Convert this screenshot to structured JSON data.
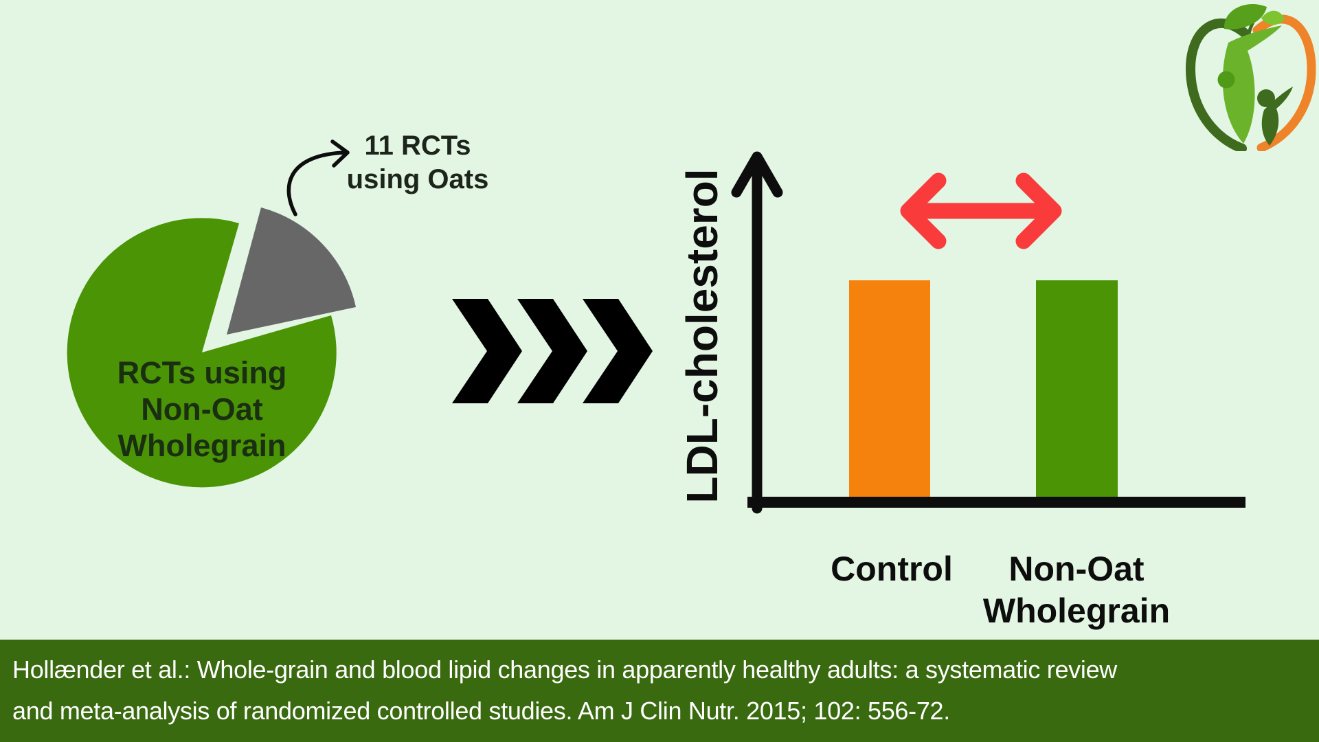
{
  "page": {
    "background_color": "#e2f6e3"
  },
  "logo": {
    "description": "apple-shaped nutrition logo with leaf and two stylized people",
    "colors": {
      "left_outline": "#3e6b1d",
      "right_outline": "#ee8329",
      "leaf_main": "#57a01b",
      "leaf_small": "#7ec431",
      "person_left_body": "#6cb32c",
      "person_left_head": "#4f9a16",
      "person_right": "#3e6b1d"
    }
  },
  "pie_chart": {
    "callout": {
      "line1": "11 RCTs",
      "line2": "using Oats"
    },
    "center_label_lines": [
      "RCTs using",
      "Non-Oat",
      "Wholegrain"
    ],
    "colors": {
      "main_slice": "#4a9406",
      "exploded_slice": "#676767"
    }
  },
  "transition": {
    "chevron_count": 3,
    "color": "#000000"
  },
  "bar_chart": {
    "y_axis_label": "LDL-cholesterol",
    "x_labels": {
      "control": "Control",
      "nonoat_line1": "Non-Oat",
      "nonoat_line2": "Wholegrain"
    },
    "bar_colors": {
      "control": "#f5820c",
      "non_oat_wholegrain": "#4a9406"
    },
    "equivalence_arrow_color": "#fa3b3b",
    "axis_color": "#0d0d0d"
  },
  "footer": {
    "background_color": "#3a6a10",
    "text_color": "#ffffff",
    "line1": "Hollænder et al.:  Whole-grain and blood lipid changes in apparently healthy adults: a systematic review",
    "line2": "and meta-analysis of randomized controlled studies. Am J Clin Nutr. 2015; 102: 556-72."
  },
  "chart_data": [
    {
      "type": "pie",
      "title": "",
      "slices": [
        {
          "label": "RCTs using Non-Oat Wholegrain",
          "color": "#4a9406",
          "fraction_estimate": 0.84,
          "exploded": false
        },
        {
          "label": "11 RCTs using Oats",
          "value_rcts": 11,
          "color": "#676767",
          "fraction_estimate": 0.16,
          "exploded": true
        }
      ],
      "annotations": [
        "curved arrow from exploded grey slice to text '11 RCTs using Oats'"
      ],
      "legend": "labels drawn directly on/next to slices"
    },
    {
      "type": "bar",
      "categories": [
        "Control",
        "Non-Oat Wholegrain"
      ],
      "series": [
        {
          "name": "LDL-cholesterol",
          "values_relative": [
            1,
            1
          ]
        }
      ],
      "title": "",
      "xlabel": "",
      "ylabel": "LDL-cholesterol",
      "bar_colors": [
        "#f5820c",
        "#4a9406"
      ],
      "y_axis": "unlabeled scale with upward arrow",
      "grid": false,
      "annotations": [
        "red double-headed horizontal arrow above bars indicating no difference between Control and Non-Oat Wholegrain"
      ]
    }
  ]
}
